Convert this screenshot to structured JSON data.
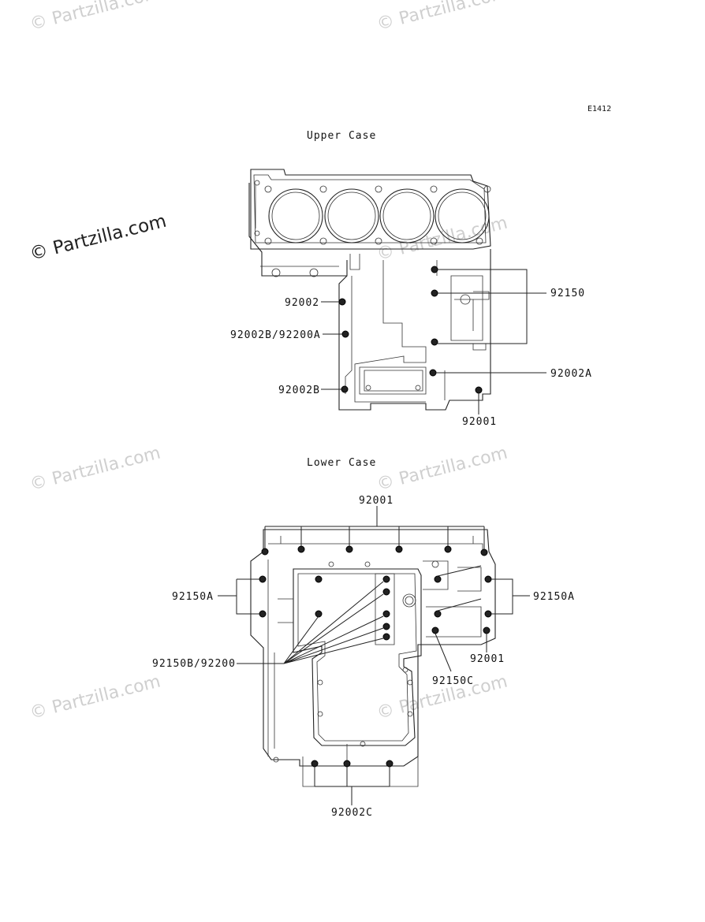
{
  "diagram_code": "E1412",
  "watermark": "© Partzilla.com",
  "upper_case": {
    "title": "Upper Case",
    "labels": {
      "p92150": "92150",
      "p92002": "92002",
      "p92002b_92200a": "92002B/92200A",
      "p92002a": "92002A",
      "p92002b": "92002B",
      "p92001": "92001"
    }
  },
  "lower_case": {
    "title": "Lower Case",
    "labels": {
      "p92001_top": "92001",
      "p92150a_left": "92150A",
      "p92150a_right": "92150A",
      "p92001_right": "92001",
      "p92150b_92200": "92150B/92200",
      "p92150c": "92150C",
      "p92002c": "92002C"
    }
  }
}
